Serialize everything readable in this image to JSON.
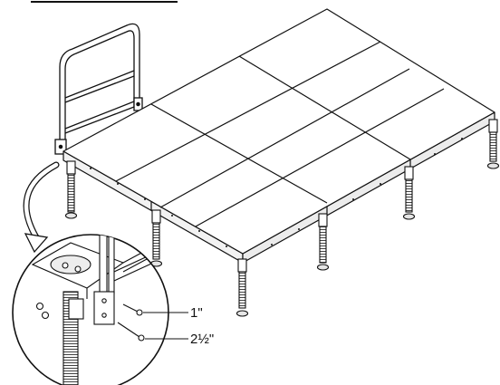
{
  "diagram": {
    "callouts": [
      {
        "id": "bolt-short",
        "label": "1\""
      },
      {
        "id": "bolt-long",
        "label": "2½\""
      }
    ],
    "colors": {
      "line": "#111111",
      "deck_top": "#ffffff",
      "deck_side": "#f2f2f2",
      "leg_fill": "#e6e6e6",
      "background": "#ffffff"
    }
  }
}
